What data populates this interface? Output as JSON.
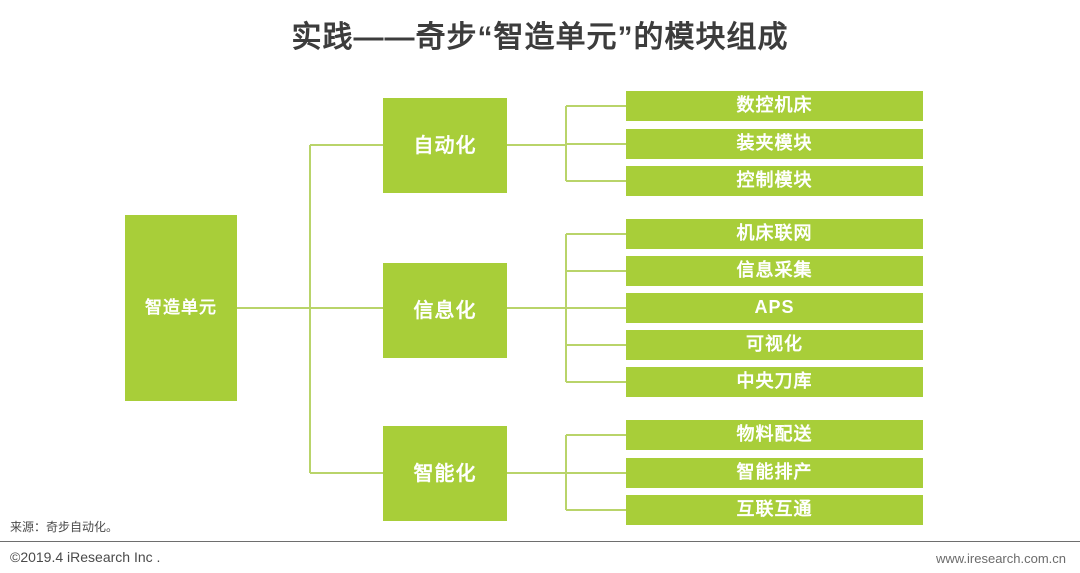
{
  "slide": {
    "title": "实践——奇步“智造单元”的模块组成",
    "accent_color": "#a8ce39",
    "connector_color": "#b9d46a",
    "title_color": "#3c3c3c"
  },
  "diagram": {
    "type": "tree",
    "root": {
      "label": "智造单元"
    },
    "branches": [
      {
        "label": "自动化",
        "children": [
          {
            "label": "数控机床"
          },
          {
            "label": "装夹模块"
          },
          {
            "label": "控制模块"
          }
        ]
      },
      {
        "label": "信息化",
        "children": [
          {
            "label": "机床联网"
          },
          {
            "label": "信息采集"
          },
          {
            "label": "APS"
          },
          {
            "label": "可视化"
          },
          {
            "label": "中央刀库"
          }
        ]
      },
      {
        "label": "智能化",
        "children": [
          {
            "label": "物料配送"
          },
          {
            "label": "智能排产"
          },
          {
            "label": "互联互通"
          }
        ]
      }
    ]
  },
  "footer": {
    "source": "来源：奇步自动化。",
    "copyright": "©2019.4 iResearch Inc .",
    "website": "www.iresearch.com.cn"
  }
}
